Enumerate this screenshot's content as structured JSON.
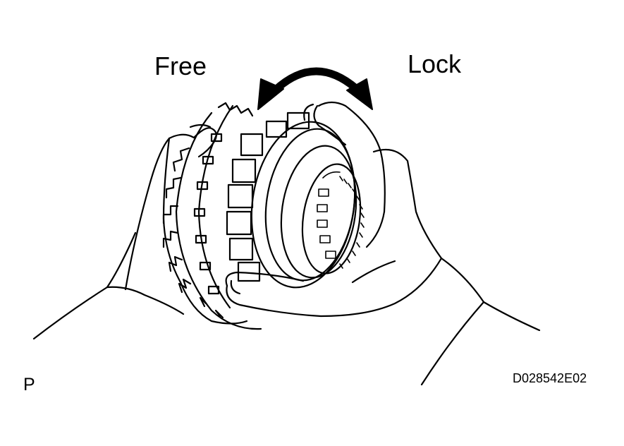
{
  "labels": {
    "free": "Free",
    "lock": "Lock",
    "view_marker": "P",
    "figure_code": "D028542E02"
  },
  "colors": {
    "line": "#000000",
    "fill": "#ffffff"
  }
}
